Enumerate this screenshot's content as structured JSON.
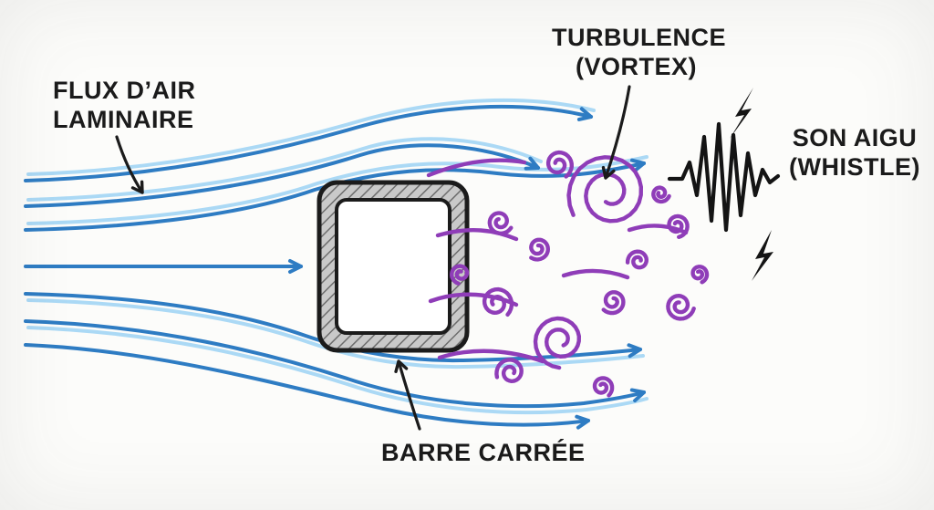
{
  "diagram": {
    "labels": {
      "laminar_line1": "FLUX D’AIR",
      "laminar_line2": "LAMINAIRE",
      "turbulence_line1": "TURBULENCE",
      "turbulence_line2": "(VORTEX)",
      "sound_line1": "SON AIGU",
      "sound_line2": "(WHISTLE)",
      "bar": "BARRE CARRÉE"
    },
    "colors": {
      "background": "#fcfcfa",
      "ink": "#1b1b1b",
      "streamline": "#2e7cc3",
      "streamline_light": "#a6d7f4",
      "vortex": "#8f3db8"
    }
  }
}
